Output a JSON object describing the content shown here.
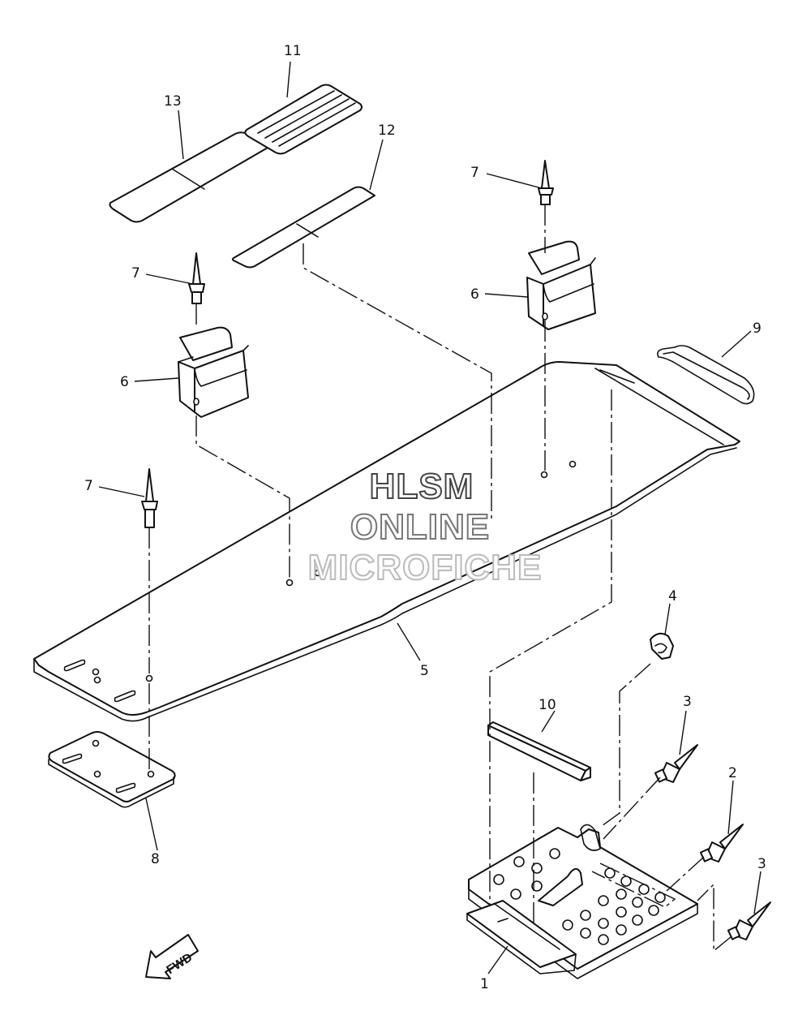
{
  "callouts": [
    {
      "id": "c1",
      "label": "1"
    },
    {
      "id": "c2",
      "label": "2"
    },
    {
      "id": "c3a",
      "label": "3"
    },
    {
      "id": "c3b",
      "label": "3"
    },
    {
      "id": "c4",
      "label": "4"
    },
    {
      "id": "c5",
      "label": "5"
    },
    {
      "id": "c6a",
      "label": "6"
    },
    {
      "id": "c6b",
      "label": "6"
    },
    {
      "id": "c7a",
      "label": "7"
    },
    {
      "id": "c7b",
      "label": "7"
    },
    {
      "id": "c7c",
      "label": "7"
    },
    {
      "id": "c8",
      "label": "8"
    },
    {
      "id": "c9",
      "label": "9"
    },
    {
      "id": "c10",
      "label": "10"
    },
    {
      "id": "c11",
      "label": "11"
    },
    {
      "id": "c12",
      "label": "12"
    },
    {
      "id": "c13",
      "label": "13"
    }
  ],
  "watermark": {
    "line1": "HLSM",
    "line2": "ONLINE",
    "line3": "MICROFICHE",
    "color_line1": "#444444",
    "color_line2": "#777777",
    "color_line3": "#bbbbbb"
  },
  "direction_arrow": {
    "label": "FWD"
  }
}
